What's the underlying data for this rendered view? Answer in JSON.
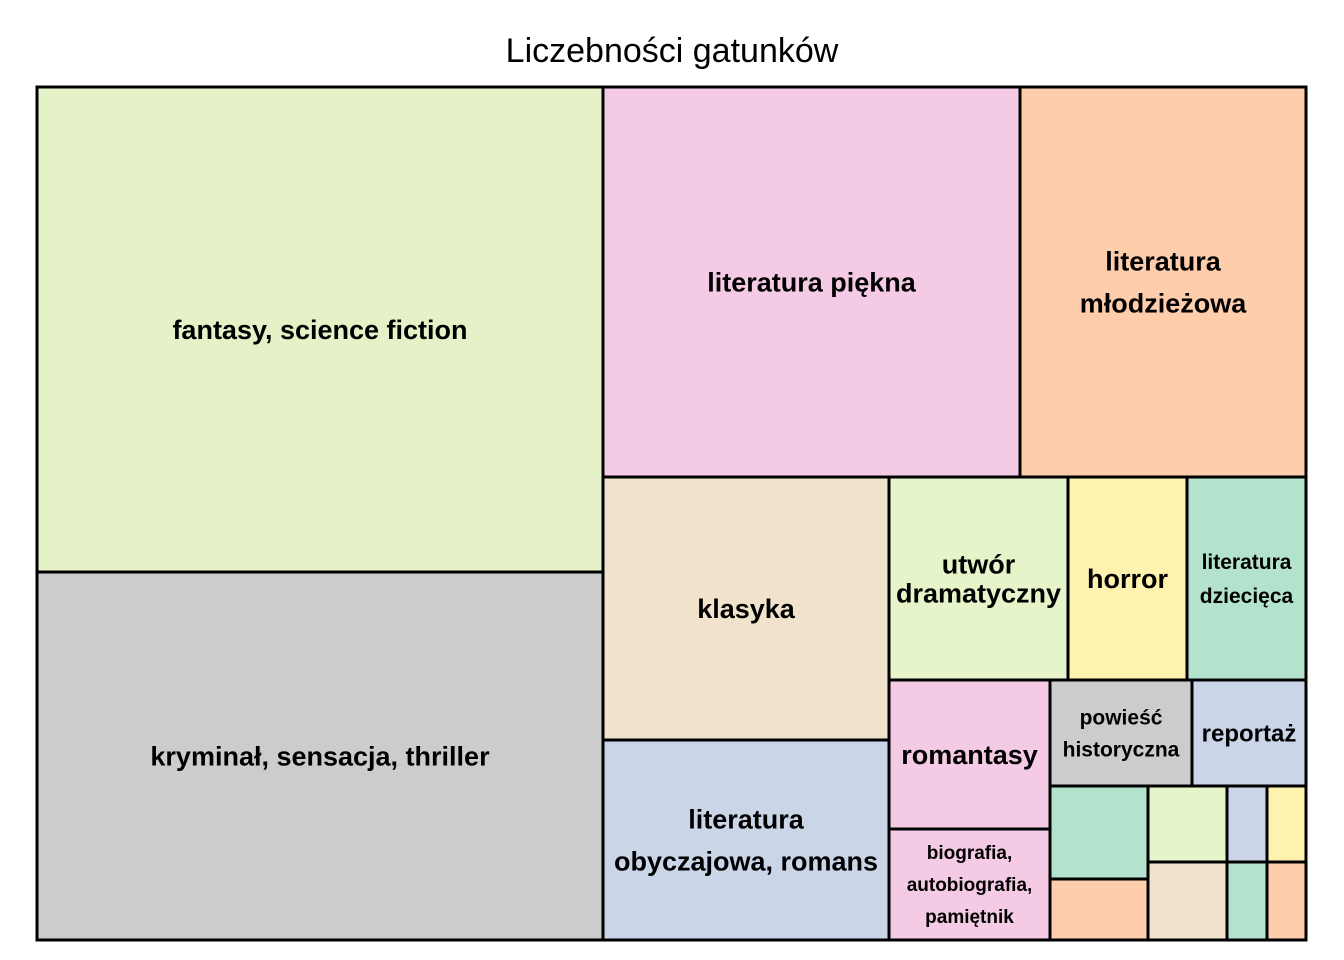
{
  "chart_data": {
    "type": "treemap",
    "title": "Liczebności gatunków",
    "border_color": "#000000",
    "tiles": [
      {
        "label": [
          "fantasy, science fiction"
        ],
        "color": "#e5f2c8"
      },
      {
        "label": [
          "kryminał, sensacja, thriller"
        ],
        "color": "#cccccc"
      },
      {
        "label": [
          "literatura piękna"
        ],
        "color": "#f4cae4"
      },
      {
        "label": [
          "literatura",
          "młodzieżowa"
        ],
        "color": "#fdcdac"
      },
      {
        "label": [
          "klasyka"
        ],
        "color": "#f1e2cc"
      },
      {
        "label": [
          "literatura",
          "obyczajowa, romans"
        ],
        "color": "#cbd5e8"
      },
      {
        "label": [
          "utwór",
          "dramatyczny"
        ],
        "color": "#e6f5c9"
      },
      {
        "label": [
          "horror"
        ],
        "color": "#fff2ae"
      },
      {
        "label": [
          "literatura",
          "dziecięca"
        ],
        "color": "#b3e2cd"
      },
      {
        "label": [
          "romantasy"
        ],
        "color": "#f4cae4"
      },
      {
        "label": [
          "powieść",
          "historyczna"
        ],
        "color": "#cccccc"
      },
      {
        "label": [
          "reportaż"
        ],
        "color": "#cbd5e8"
      },
      {
        "label": [
          "biografia,",
          "autobiografia,",
          "pamiętnik"
        ],
        "color": "#f4cae4"
      },
      {
        "label": [],
        "color": "#b3e2cd"
      },
      {
        "label": [],
        "color": "#fdcdac"
      },
      {
        "label": [],
        "color": "#e6f5c9"
      },
      {
        "label": [],
        "color": "#f1e2cc"
      },
      {
        "label": [],
        "color": "#cbd5e8"
      },
      {
        "label": [],
        "color": "#b3e2cd"
      },
      {
        "label": [],
        "color": "#fff2ae"
      },
      {
        "label": [],
        "color": "#fdcdac"
      }
    ]
  }
}
